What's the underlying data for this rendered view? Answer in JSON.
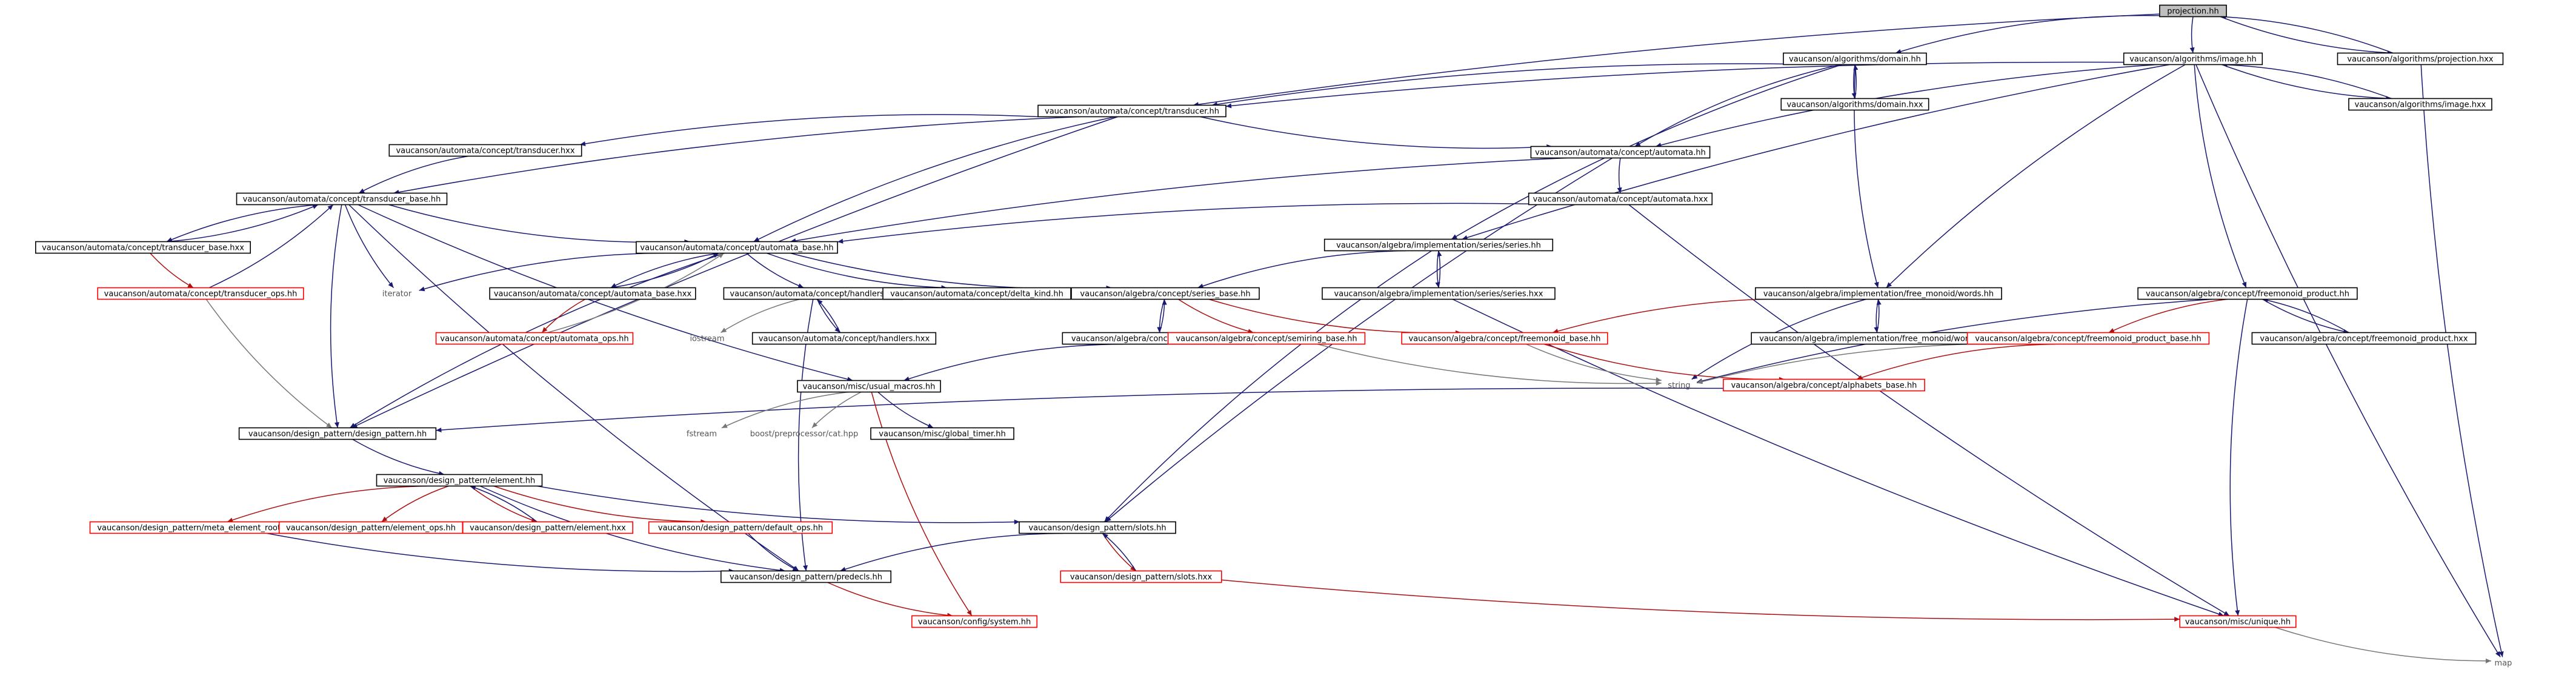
{
  "root_file": "projection.hh",
  "nodes": [
    {
      "id": "projection_hh",
      "label": "projection.hh",
      "kind": "root"
    },
    {
      "id": "alg_domain_hh",
      "label": "vaucanson/algorithms/domain.hh",
      "kind": "doc"
    },
    {
      "id": "alg_image_hh",
      "label": "vaucanson/algorithms/image.hh",
      "kind": "doc"
    },
    {
      "id": "alg_projection_hxx",
      "label": "vaucanson/algorithms/projection.hxx",
      "kind": "doc"
    },
    {
      "id": "alg_domain_hxx",
      "label": "vaucanson/algorithms/domain.hxx",
      "kind": "doc"
    },
    {
      "id": "alg_image_hxx",
      "label": "vaucanson/algorithms/image.hxx",
      "kind": "doc"
    },
    {
      "id": "aut_transducer_hh",
      "label": "vaucanson/automata/concept/transducer.hh",
      "kind": "doc"
    },
    {
      "id": "aut_transducer_hxx",
      "label": "vaucanson/automata/concept/transducer.hxx",
      "kind": "doc"
    },
    {
      "id": "aut_automata_hh",
      "label": "vaucanson/automata/concept/automata.hh",
      "kind": "doc"
    },
    {
      "id": "aut_automata_hxx",
      "label": "vaucanson/automata/concept/automata.hxx",
      "kind": "doc"
    },
    {
      "id": "aut_transducer_base_hh",
      "label": "vaucanson/automata/concept/transducer_base.hh",
      "kind": "doc"
    },
    {
      "id": "aut_transducer_base_hxx",
      "label": "vaucanson/automata/concept/transducer_base.hxx",
      "kind": "doc"
    },
    {
      "id": "aut_transducer_ops_hh",
      "label": "vaucanson/automata/concept/transducer_ops.hh",
      "kind": "nodoc"
    },
    {
      "id": "aut_automata_base_hh",
      "label": "vaucanson/automata/concept/automata_base.hh",
      "kind": "doc"
    },
    {
      "id": "aut_automata_base_hxx",
      "label": "vaucanson/automata/concept/automata_base.hxx",
      "kind": "doc"
    },
    {
      "id": "aut_automata_ops_hh",
      "label": "vaucanson/automata/concept/automata_ops.hh",
      "kind": "nodoc"
    },
    {
      "id": "aut_handlers_hh",
      "label": "vaucanson/automata/concept/handlers.hh",
      "kind": "doc"
    },
    {
      "id": "aut_handlers_hxx",
      "label": "vaucanson/automata/concept/handlers.hxx",
      "kind": "doc"
    },
    {
      "id": "aut_delta_kind_hh",
      "label": "vaucanson/automata/concept/delta_kind.hh",
      "kind": "doc"
    },
    {
      "id": "iterator",
      "label": "iterator",
      "kind": "sys"
    },
    {
      "id": "iostream",
      "label": "iostream",
      "kind": "sys"
    },
    {
      "id": "fstream",
      "label": "fstream",
      "kind": "sys"
    },
    {
      "id": "boost_cat",
      "label": "boost/preprocessor/cat.hpp",
      "kind": "sys"
    },
    {
      "id": "string",
      "label": "string",
      "kind": "sys"
    },
    {
      "id": "map",
      "label": "map",
      "kind": "sys"
    },
    {
      "id": "alg_series_hh",
      "label": "vaucanson/algebra/implementation/series/series.hh",
      "kind": "doc"
    },
    {
      "id": "alg_series_hxx",
      "label": "vaucanson/algebra/implementation/series/series.hxx",
      "kind": "doc"
    },
    {
      "id": "alg_series_base_hh",
      "label": "vaucanson/algebra/concept/series_base.hh",
      "kind": "doc"
    },
    {
      "id": "alg_series_base_hxx",
      "label": "vaucanson/algebra/concept/series_base.hxx",
      "kind": "doc"
    },
    {
      "id": "alg_semiring_base_hh",
      "label": "vaucanson/algebra/concept/semiring_base.hh",
      "kind": "nodoc"
    },
    {
      "id": "alg_free_monoid_words_hh",
      "label": "vaucanson/algebra/implementation/free_monoid/words.hh",
      "kind": "doc"
    },
    {
      "id": "alg_free_monoid_words_hxx",
      "label": "vaucanson/algebra/implementation/free_monoid/words.hxx",
      "kind": "doc"
    },
    {
      "id": "alg_freemonoid_base_hh",
      "label": "vaucanson/algebra/concept/freemonoid_base.hh",
      "kind": "nodoc"
    },
    {
      "id": "alg_freemonoid_product_hh",
      "label": "vaucanson/algebra/concept/freemonoid_product.hh",
      "kind": "doc"
    },
    {
      "id": "alg_freemonoid_product_hxx",
      "label": "vaucanson/algebra/concept/freemonoid_product.hxx",
      "kind": "doc"
    },
    {
      "id": "alg_freemonoid_product_base_hh",
      "label": "vaucanson/algebra/concept/freemonoid_product_base.hh",
      "kind": "nodoc"
    },
    {
      "id": "alg_alphabets_base_hh",
      "label": "vaucanson/algebra/concept/alphabets_base.hh",
      "kind": "nodoc"
    },
    {
      "id": "misc_usual_macros_hh",
      "label": "vaucanson/misc/usual_macros.hh",
      "kind": "doc"
    },
    {
      "id": "misc_global_timer_hh",
      "label": "vaucanson/misc/global_timer.hh",
      "kind": "doc"
    },
    {
      "id": "misc_unique_hh",
      "label": "vaucanson/misc/unique.hh",
      "kind": "nodoc"
    },
    {
      "id": "dp_design_pattern_hh",
      "label": "vaucanson/design_pattern/design_pattern.hh",
      "kind": "doc"
    },
    {
      "id": "dp_element_hh",
      "label": "vaucanson/design_pattern/element.hh",
      "kind": "doc"
    },
    {
      "id": "dp_meta_element_root_hh",
      "label": "vaucanson/design_pattern/meta_element_root.hh",
      "kind": "nodoc"
    },
    {
      "id": "dp_element_ops_hh",
      "label": "vaucanson/design_pattern/element_ops.hh",
      "kind": "nodoc"
    },
    {
      "id": "dp_element_hxx",
      "label": "vaucanson/design_pattern/element.hxx",
      "kind": "nodoc"
    },
    {
      "id": "dp_default_ops_hh",
      "label": "vaucanson/design_pattern/default_ops.hh",
      "kind": "nodoc"
    },
    {
      "id": "dp_slots_hh",
      "label": "vaucanson/design_pattern/slots.hh",
      "kind": "doc"
    },
    {
      "id": "dp_slots_hxx",
      "label": "vaucanson/design_pattern/slots.hxx",
      "kind": "nodoc"
    },
    {
      "id": "dp_predecls_hh",
      "label": "vaucanson/design_pattern/predecls.hh",
      "kind": "doc"
    },
    {
      "id": "config_system_hh",
      "label": "vaucanson/config/system.hh",
      "kind": "nodoc"
    }
  ],
  "edges": [
    [
      "projection_hh",
      "alg_domain_hh",
      "blue"
    ],
    [
      "projection_hh",
      "alg_image_hh",
      "blue"
    ],
    [
      "projection_hh",
      "alg_projection_hxx",
      "blue"
    ],
    [
      "projection_hh",
      "aut_transducer_hh",
      "blue"
    ],
    [
      "alg_projection_hxx",
      "projection_hh",
      "blue"
    ],
    [
      "alg_projection_hxx",
      "map",
      "blue"
    ],
    [
      "alg_domain_hh",
      "aut_transducer_hh",
      "blue"
    ],
    [
      "alg_domain_hh",
      "alg_domain_hxx",
      "blue"
    ],
    [
      "alg_domain_hh",
      "aut_automata_hh",
      "blue"
    ],
    [
      "alg_domain_hh",
      "alg_series_hh",
      "blue"
    ],
    [
      "alg_domain_hh",
      "alg_free_monoid_words_hh",
      "blue"
    ],
    [
      "alg_domain_hxx",
      "alg_domain_hh",
      "blue"
    ],
    [
      "alg_image_hh",
      "aut_transducer_hh",
      "blue"
    ],
    [
      "alg_image_hh",
      "alg_image_hxx",
      "blue"
    ],
    [
      "alg_image_hh",
      "aut_automata_hh",
      "blue"
    ],
    [
      "alg_image_hh",
      "alg_series_hh",
      "blue"
    ],
    [
      "alg_image_hh",
      "alg_free_monoid_words_hh",
      "blue"
    ],
    [
      "alg_image_hh",
      "alg_freemonoid_product_hh",
      "blue"
    ],
    [
      "alg_image_hh",
      "map",
      "blue"
    ],
    [
      "alg_image_hxx",
      "alg_image_hh",
      "blue"
    ],
    [
      "aut_transducer_hh",
      "aut_transducer_hxx",
      "blue"
    ],
    [
      "aut_transducer_hh",
      "aut_transducer_base_hh",
      "blue"
    ],
    [
      "aut_transducer_hh",
      "aut_automata_hh",
      "blue"
    ],
    [
      "aut_transducer_hh",
      "aut_automata_base_hh",
      "blue"
    ],
    [
      "aut_transducer_hh",
      "dp_design_pattern_hh",
      "blue"
    ],
    [
      "aut_transducer_hxx",
      "aut_transducer_base_hh",
      "blue"
    ],
    [
      "aut_automata_hh",
      "aut_automata_hxx",
      "blue"
    ],
    [
      "aut_automata_hh",
      "aut_automata_base_hh",
      "blue"
    ],
    [
      "aut_automata_hh",
      "dp_slots_hh",
      "blue"
    ],
    [
      "aut_automata_hxx",
      "aut_automata_base_hh",
      "blue"
    ],
    [
      "aut_automata_hxx",
      "misc_unique_hh",
      "blue"
    ],
    [
      "aut_transducer_base_hh",
      "aut_transducer_base_hxx",
      "blue"
    ],
    [
      "aut_transducer_base_hh",
      "aut_automata_base_hh",
      "blue"
    ],
    [
      "aut_transducer_base_hh",
      "iterator",
      "blue"
    ],
    [
      "aut_transducer_base_hh",
      "dp_design_pattern_hh",
      "blue"
    ],
    [
      "aut_transducer_base_hh",
      "misc_usual_macros_hh",
      "blue"
    ],
    [
      "aut_transducer_base_hh",
      "dp_predecls_hh",
      "blue"
    ],
    [
      "aut_transducer_base_hxx",
      "aut_transducer_base_hh",
      "blue"
    ],
    [
      "aut_transducer_base_hxx",
      "aut_transducer_ops_hh",
      "red"
    ],
    [
      "aut_transducer_ops_hh",
      "aut_transducer_base_hh",
      "blue"
    ],
    [
      "aut_transducer_ops_hh",
      "dp_design_pattern_hh",
      "gray"
    ],
    [
      "aut_automata_base_hh",
      "aut_automata_base_hxx",
      "blue"
    ],
    [
      "aut_automata_base_hh",
      "aut_handlers_hh",
      "blue"
    ],
    [
      "aut_automata_base_hh",
      "aut_delta_kind_hh",
      "blue"
    ],
    [
      "aut_automata_base_hh",
      "alg_series_base_hh",
      "blue"
    ],
    [
      "aut_automata_base_hh",
      "iterator",
      "blue"
    ],
    [
      "aut_automata_base_hh",
      "dp_design_pattern_hh",
      "blue"
    ],
    [
      "aut_automata_base_hxx",
      "aut_automata_base_hh",
      "blue"
    ],
    [
      "aut_automata_base_hxx",
      "aut_automata_ops_hh",
      "red"
    ],
    [
      "aut_automata_ops_hh",
      "aut_automata_base_hh",
      "gray"
    ],
    [
      "aut_handlers_hh",
      "aut_handlers_hxx",
      "blue"
    ],
    [
      "aut_handlers_hh",
      "iostream",
      "gray"
    ],
    [
      "aut_handlers_hh",
      "dp_predecls_hh",
      "blue"
    ],
    [
      "aut_handlers_hxx",
      "aut_handlers_hh",
      "blue"
    ],
    [
      "alg_series_hh",
      "alg_series_hxx",
      "blue"
    ],
    [
      "alg_series_hh",
      "alg_series_base_hh",
      "blue"
    ],
    [
      "alg_series_hh",
      "dp_slots_hh",
      "blue"
    ],
    [
      "alg_series_hxx",
      "alg_series_hh",
      "blue"
    ],
    [
      "alg_series_hxx",
      "misc_unique_hh",
      "blue"
    ],
    [
      "alg_series_base_hh",
      "alg_series_base_hxx",
      "blue"
    ],
    [
      "alg_series_base_hh",
      "alg_semiring_base_hh",
      "red"
    ],
    [
      "alg_series_base_hh",
      "alg_freemonoid_base_hh",
      "red"
    ],
    [
      "alg_series_base_hxx",
      "alg_series_base_hh",
      "blue"
    ],
    [
      "alg_series_base_hxx",
      "misc_usual_macros_hh",
      "blue"
    ],
    [
      "alg_semiring_base_hh",
      "string",
      "gray"
    ],
    [
      "alg_free_monoid_words_hh",
      "alg_free_monoid_words_hxx",
      "blue"
    ],
    [
      "alg_free_monoid_words_hh",
      "alg_freemonoid_base_hh",
      "red"
    ],
    [
      "alg_free_monoid_words_hh",
      "string",
      "blue"
    ],
    [
      "alg_free_monoid_words_hxx",
      "alg_free_monoid_words_hh",
      "blue"
    ],
    [
      "alg_freemonoid_base_hh",
      "string",
      "gray"
    ],
    [
      "alg_freemonoid_base_hh",
      "alg_alphabets_base_hh",
      "red"
    ],
    [
      "alg_freemonoid_product_hh",
      "alg_freemonoid_product_hxx",
      "blue"
    ],
    [
      "alg_freemonoid_product_hh",
      "alg_freemonoid_product_base_hh",
      "red"
    ],
    [
      "alg_freemonoid_product_hh",
      "string",
      "blue"
    ],
    [
      "alg_freemonoid_product_hh",
      "misc_unique_hh",
      "blue"
    ],
    [
      "alg_freemonoid_product_hxx",
      "alg_freemonoid_product_hh",
      "blue"
    ],
    [
      "alg_freemonoid_product_base_hh",
      "string",
      "gray"
    ],
    [
      "alg_freemonoid_product_base_hh",
      "alg_alphabets_base_hh",
      "red"
    ],
    [
      "alg_alphabets_base_hh",
      "dp_design_pattern_hh",
      "blue"
    ],
    [
      "misc_usual_macros_hh",
      "fstream",
      "gray"
    ],
    [
      "misc_usual_macros_hh",
      "boost_cat",
      "gray"
    ],
    [
      "misc_usual_macros_hh",
      "misc_global_timer_hh",
      "blue"
    ],
    [
      "misc_usual_macros_hh",
      "config_system_hh",
      "red"
    ],
    [
      "dp_design_pattern_hh",
      "dp_element_hh",
      "blue"
    ],
    [
      "dp_element_hh",
      "dp_meta_element_root_hh",
      "red"
    ],
    [
      "dp_element_hh",
      "dp_element_ops_hh",
      "red"
    ],
    [
      "dp_element_hh",
      "dp_element_hxx",
      "red"
    ],
    [
      "dp_element_hh",
      "dp_default_ops_hh",
      "red"
    ],
    [
      "dp_element_hh",
      "dp_slots_hh",
      "blue"
    ],
    [
      "dp_element_hh",
      "dp_predecls_hh",
      "blue"
    ],
    [
      "dp_element_hxx",
      "dp_element_hh",
      "blue"
    ],
    [
      "dp_default_ops_hh",
      "dp_predecls_hh",
      "blue"
    ],
    [
      "dp_meta_element_root_hh",
      "dp_predecls_hh",
      "blue"
    ],
    [
      "dp_slots_hh",
      "dp_slots_hxx",
      "red"
    ],
    [
      "dp_slots_hh",
      "dp_predecls_hh",
      "blue"
    ],
    [
      "dp_slots_hxx",
      "dp_slots_hh",
      "blue"
    ],
    [
      "dp_slots_hxx",
      "misc_unique_hh",
      "red"
    ],
    [
      "dp_predecls_hh",
      "config_system_hh",
      "red"
    ],
    [
      "misc_unique_hh",
      "map",
      "gray"
    ]
  ],
  "colors": {
    "edge_blue": "#191970",
    "edge_red": "#aa1111",
    "edge_gray": "#777777",
    "node_doc": "#000000",
    "node_nodoc": "#ff0000",
    "root_fill": "#bfbfbf"
  }
}
